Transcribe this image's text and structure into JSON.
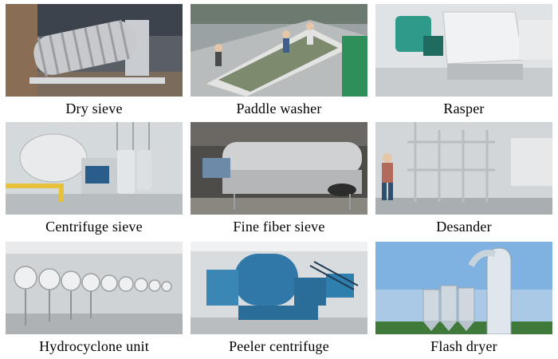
{
  "items": [
    {
      "caption": "Dry sieve"
    },
    {
      "caption": "Paddle washer"
    },
    {
      "caption": "Rasper"
    },
    {
      "caption": "Centrifuge sieve"
    },
    {
      "caption": "Fine fiber sieve"
    },
    {
      "caption": "Desander"
    },
    {
      "caption": "Hydrocyclone unit"
    },
    {
      "caption": "Peeler centrifuge"
    },
    {
      "caption": "Flash dryer"
    }
  ]
}
